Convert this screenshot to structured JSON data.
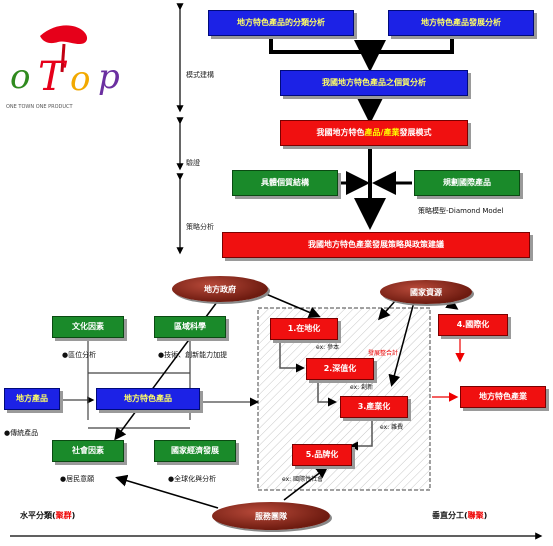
{
  "logo": {
    "letters": [
      "o",
      "T",
      "o",
      "p"
    ],
    "tagline": "ONE TOWN ONE PRODUCT"
  },
  "top": {
    "box1": "地方特色產品的分類分析",
    "box2": "地方特色產品發展分析",
    "box3": "我國地方特色產品之個質分析",
    "box4_a": "我國地方特色",
    "box4_b": "產品/產業",
    "box4_c": "發展模式",
    "box5": "具體個質結構",
    "box6": "規劃國際產品",
    "box7": "我國地方特色產業發展策略與政策建議",
    "diamond": "策略模型-Diamond Model",
    "side_model": "模式建構",
    "side_verify": "驗證",
    "side_strategy": "策略分析"
  },
  "bottom": {
    "oval_gov": "地方政府",
    "oval_resource": "國家資源",
    "oval_service": "服務團隊",
    "culture": "文化因素",
    "tech": "區域科學",
    "local_product": "地方產品",
    "local_special": "地方特色產品",
    "social": "社會因素",
    "economic": "國家經濟發展",
    "step1": "1.在地化",
    "step2": "2.深值化",
    "step3": "3.產業化",
    "step4": "4.國際化",
    "step5": "5.品牌化",
    "final": "地方特色產業",
    "note_market": "●區位分析",
    "note_tech": "●技術、創新能力加提",
    "note_culture": "●傳統產品",
    "note_social": "●居民意願",
    "note_econ": "●全球化與分析",
    "note_ex1": "ex: 參本",
    "note_ex2": "ex: 創新",
    "note_ex3": "ex: 雜費",
    "note_ex4": "ex: 國際性社會",
    "note_red": "發展整合計",
    "axis_left_a": "水平分類(",
    "axis_left_b": "聚群",
    "axis_left_c": ")",
    "axis_right_a": "垂直分工(",
    "axis_right_b": "聯聚",
    "axis_right_c": ")"
  }
}
